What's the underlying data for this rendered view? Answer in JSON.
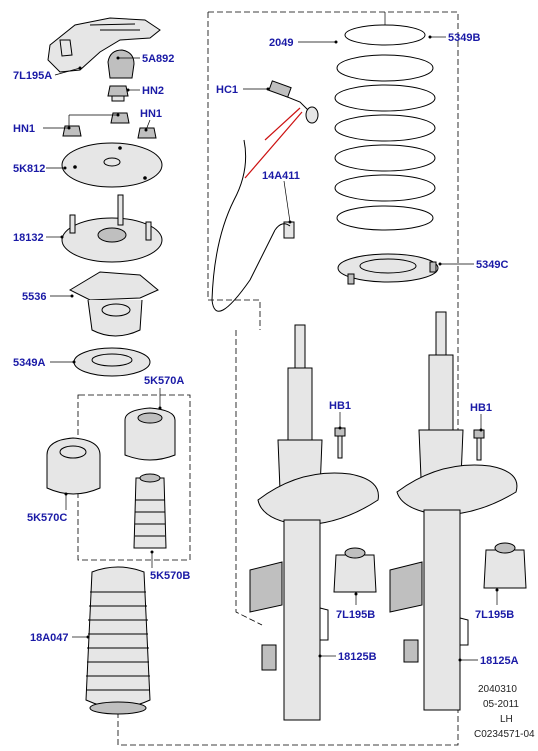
{
  "diagram": {
    "callouts": {
      "c_7L195A": "7L195A",
      "c_5A892": "5A892",
      "c_HN2": "HN2",
      "c_HN1_right": "HN1",
      "c_HN1_left": "HN1",
      "c_5K812": "5K812",
      "c_18132": "18132",
      "c_5536": "5536",
      "c_5349A": "5349A",
      "c_5K570A": "5K570A",
      "c_5K570C": "5K570C",
      "c_5K570B": "5K570B",
      "c_18A047": "18A047",
      "c_HC1": "HC1",
      "c_14A411": "14A411",
      "c_2049": "2049",
      "c_5349B": "5349B",
      "c_5349C": "5349C",
      "c_HB1_left": "HB1",
      "c_HB1_right": "HB1",
      "c_7L195B_left": "7L195B",
      "c_7L195B_right": "7L195B",
      "c_18125B": "18125B",
      "c_18125A": "18125A"
    },
    "footer": {
      "code": "2040310",
      "date": "05-2011",
      "side": "LH",
      "ref": "C0234571-04"
    }
  }
}
